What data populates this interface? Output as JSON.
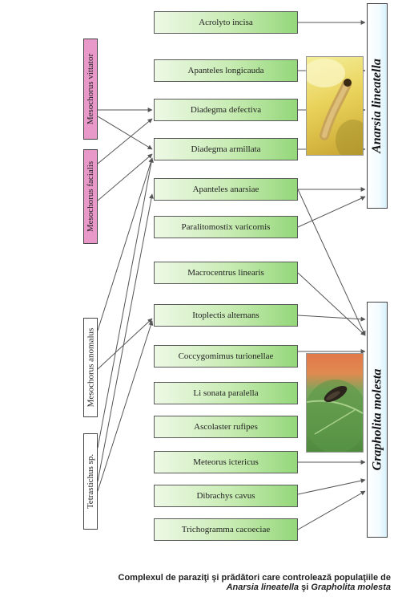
{
  "hosts": {
    "anarsia": "Anarsia lineatella",
    "grapholita": "Grapholita molesta"
  },
  "predators": [
    "Mesochorus vittator",
    "Mesochorus facialis",
    "Mesochorus anomalus",
    "Tetrastichus sp."
  ],
  "species": [
    "Acrolyto incisa",
    "Apanteles longicauda",
    "Diadegma defectiva",
    "Diadegma armillata",
    "Apanteles anarsiae",
    "Paralitomostix varicornis",
    "Macrocentrus linearis",
    "Itoplectis alternans",
    "Coccygomimus turionellae",
    "Li sonata paralella",
    "Ascolaster rufipes",
    "Meteorus ictericus",
    "Dibrachys cavus",
    "Trichogramma cacoeciae"
  ],
  "caption": {
    "line1": "Complexul de paraziţi şi prădători care controlează populaţiile de",
    "host1": "Anarsia lineatella",
    "and": " şi ",
    "host2": "Grapholita molesta"
  }
}
